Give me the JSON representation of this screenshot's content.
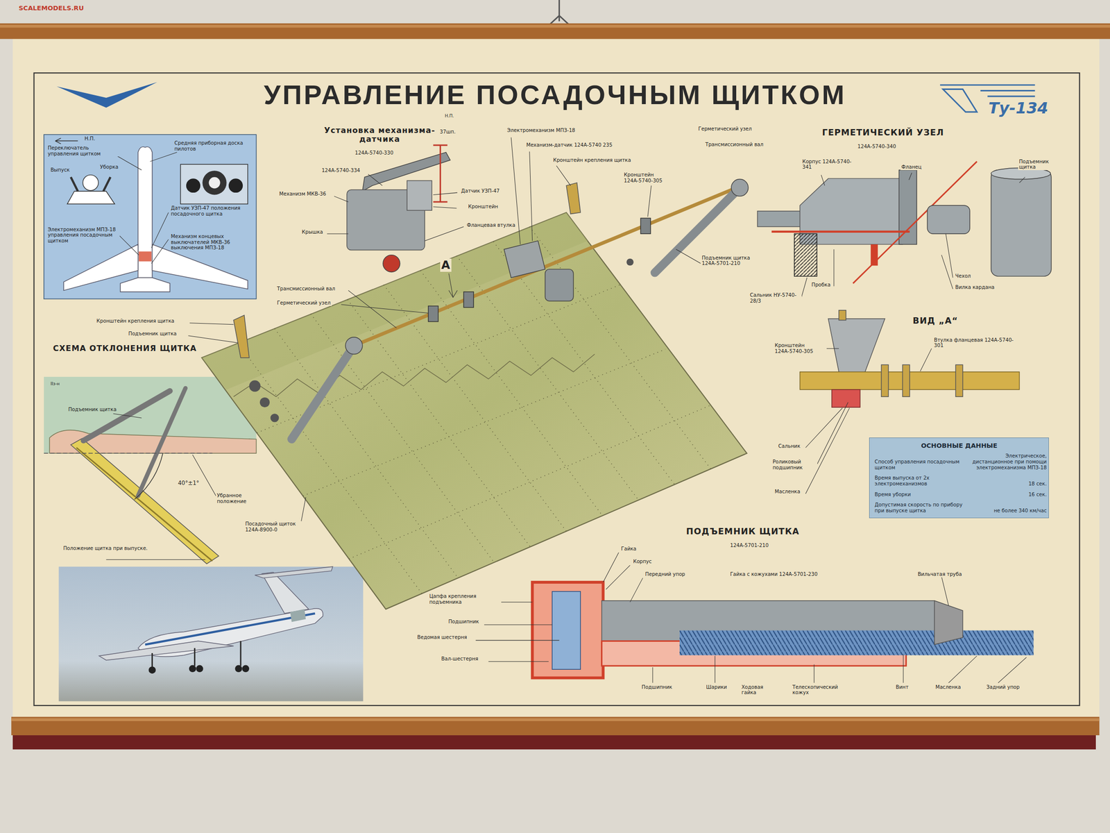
{
  "diagram": {
    "title": "УПРАВЛЕНИЕ ПОСАДОЧНЫМ ЩИТКОМ",
    "nodes": [
      {
        "text": [
          "ОСНОВНЫЕ ДАННЫЕ",
          "Способ управления посадочным щитком",
          "Электрическое, дистанционное при помощи электромеханизма МПЗ-18",
          "Время выпуска от 2х электромеханизмов",
          "18 сек.",
          "Время уборки",
          "16 сек.",
          "Допустимая скорость по прибору при выпуске щитка",
          "не более 340 км/час"
        ]
      }
    ],
    "labels": [
      "Н.П.",
      "Переключатель управления щитком",
      "Средняя приборная доска пилотов",
      "Выпуск",
      "Уборка",
      "Датчик УЗП-47 положения посадочного щитка",
      "Электромеханизм МПЗ-18 управления посадочным щитком",
      "Механизм концевых выключателей МКВ-36 выключения МПЗ-18",
      "Установка механизма-датчика",
      "124А-5740-330",
      "Н.П.",
      "37шп.",
      "124А-5740-334",
      "Механизм МКВ-36",
      "Датчик УЗП-47",
      "Кронштейн",
      "Фланцевая втулка",
      "Крышка",
      "Трансмиссионный вал",
      "Герметический узел",
      "Электромеханизм МПЗ-18",
      "Механизм-датчик 124А-5740 235",
      "Кронштейн крепления щитка",
      "Кронштейн 124А-5740-305",
      "А",
      "Герметический узел",
      "Трансмиссионный вал",
      "Подъемник щитка 124А-5701-210",
      "Кронштейн крепления щитка",
      "Подъемник щитка",
      "СХЕМА ОТКЛОНЕНИЯ ЩИТКА",
      "IIз-н",
      "Подъемник щитка",
      "40°±1°",
      "Убранное положение",
      "Посадочный щиток 124А-8900-0",
      "Положение щитка при выпуске.",
      "ГЕРМЕТИЧЕСКИЙ УЗЕЛ",
      "124А-5740-340",
      "Корпус 124А-5740-341",
      "Фланец",
      "Подъемник щитка",
      "Сальник НУ-5740-28/3",
      "Пробка",
      "Чехол",
      "Вилка кардана",
      "ВИД „А“",
      "Кронштейн 124А-5740-305",
      "Втулка фланцевая 124А-5740-301",
      "Сальник",
      "Роликовый подшипник",
      "Масленка",
      "ПОДЪЕМНИК ЩИТКА",
      "124А-5701-210",
      "Гайка",
      "Корпус",
      "Передний упор",
      "Гайка с кожухами 124А-5701-230",
      "Вильчатая труба",
      "Цапфа крепления подъемника",
      "Подшипник",
      "Ведомая шестерня",
      "Вал-шестерня",
      "Подшипник",
      "Шарики",
      "Ходовая гайка",
      "Телескопический кожух",
      "Винт",
      "Масленка",
      "Задний упор",
      "Ту-134",
      "SCALEMODELS.RU"
    ]
  }
}
